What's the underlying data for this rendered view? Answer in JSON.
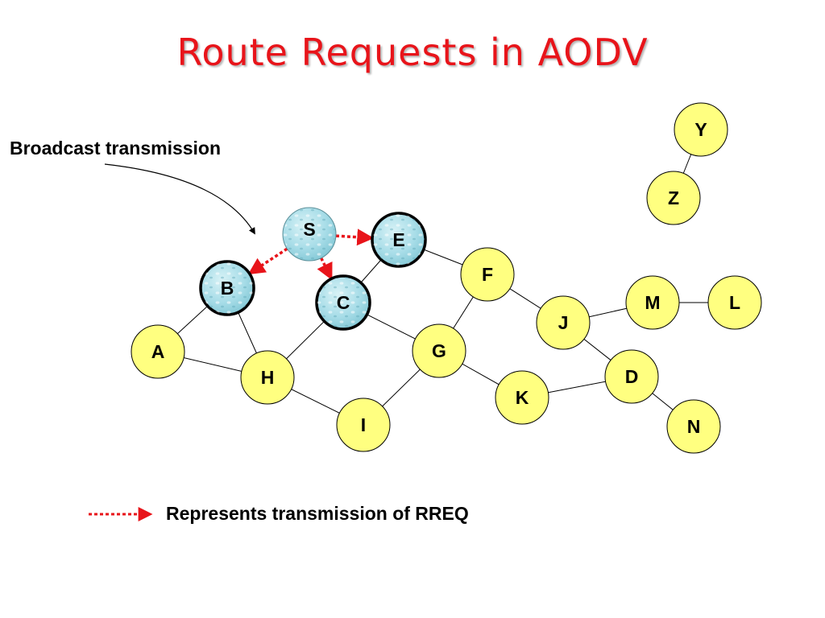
{
  "title": "Route Requests in AODV",
  "annotation": "Broadcast transmission",
  "legend": {
    "label": "Represents transmission of RREQ",
    "color": "#e8141a"
  },
  "colors": {
    "title": "#e8141a",
    "node_fill": "#ffff80",
    "active_node_fill": "#a8dde8",
    "rreq_arrow": "#e8141a"
  },
  "nodes": [
    {
      "id": "S",
      "active": true,
      "highlight": false
    },
    {
      "id": "E",
      "active": true,
      "highlight": true
    },
    {
      "id": "B",
      "active": true,
      "highlight": true
    },
    {
      "id": "C",
      "active": true,
      "highlight": true
    },
    {
      "id": "A",
      "active": false,
      "highlight": false
    },
    {
      "id": "H",
      "active": false,
      "highlight": false
    },
    {
      "id": "I",
      "active": false,
      "highlight": false
    },
    {
      "id": "G",
      "active": false,
      "highlight": false
    },
    {
      "id": "F",
      "active": false,
      "highlight": false
    },
    {
      "id": "K",
      "active": false,
      "highlight": false
    },
    {
      "id": "J",
      "active": false,
      "highlight": false
    },
    {
      "id": "M",
      "active": false,
      "highlight": false
    },
    {
      "id": "L",
      "active": false,
      "highlight": false
    },
    {
      "id": "D",
      "active": false,
      "highlight": false
    },
    {
      "id": "N",
      "active": false,
      "highlight": false
    },
    {
      "id": "Y",
      "active": false,
      "highlight": false
    },
    {
      "id": "Z",
      "active": false,
      "highlight": false
    }
  ],
  "links": [
    [
      "B",
      "A"
    ],
    [
      "B",
      "H"
    ],
    [
      "A",
      "H"
    ],
    [
      "H",
      "I"
    ],
    [
      "H",
      "C"
    ],
    [
      "C",
      "E"
    ],
    [
      "C",
      "G"
    ],
    [
      "E",
      "F"
    ],
    [
      "F",
      "G"
    ],
    [
      "F",
      "J"
    ],
    [
      "G",
      "I"
    ],
    [
      "G",
      "K"
    ],
    [
      "K",
      "D"
    ],
    [
      "J",
      "D"
    ],
    [
      "J",
      "M"
    ],
    [
      "M",
      "L"
    ],
    [
      "D",
      "N"
    ],
    [
      "Y",
      "Z"
    ]
  ],
  "rreq": [
    [
      "S",
      "E"
    ],
    [
      "S",
      "B"
    ],
    [
      "S",
      "C"
    ]
  ]
}
